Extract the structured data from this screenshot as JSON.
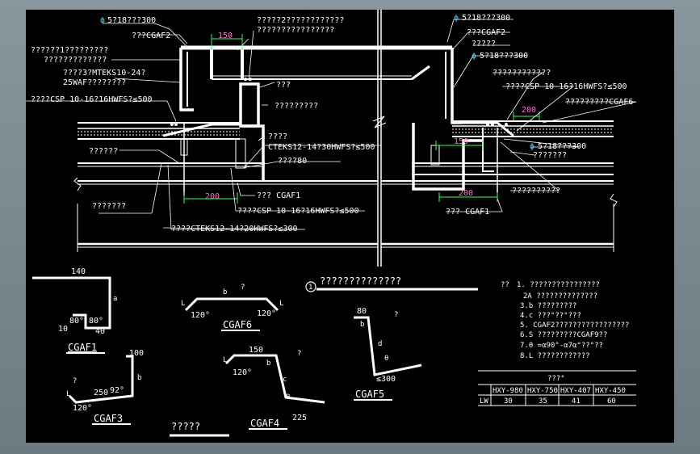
{
  "window": {
    "background_color": "#000000",
    "frame_color": "#7c8890"
  },
  "colors": {
    "line": "#ffffff",
    "dimension_line": "#33ff66",
    "dimension_text": "#ff6ed0",
    "symbol": "#4dd3ff"
  },
  "top_labels": {
    "l_phi_left": "5?18???300",
    "l_cgaf2_left": "???CGAF2",
    "l_dim150_left": "150",
    "l_top_center1": "?????2????????????",
    "l_top_center2": "????????????????",
    "l_phi_right": "5?18???300",
    "l_cgaf2_right": "???CGAF2",
    "l_q5_right": "?????",
    "l_phi_right2": "5?18???300",
    "l_left_note1": "??????1?????????",
    "l_left_note2": "?????????????",
    "l_left_note3": "????3?MTEKS10-24?",
    "l_left_note4": "25WAF????????",
    "l_csp_left": "????CSP 10-16?16HWFS?≤500",
    "l_q3": "???",
    "l_q9a": "?????????",
    "l_q12": "????????????",
    "l_csp_right": "????CSP 10-16?16HWFS?≤500",
    "l_dim200_right_top": "200",
    "l_cgaf6_right": "?????????CGAF6",
    "l_q4": "????",
    "l_cteks": "CTEKS12-14?30HWFS?≤500",
    "l_q6": "??????",
    "l_q80": "????80",
    "l_dim150_right": "150",
    "l_phi_right3": "5?18???300",
    "l_q7": "???????",
    "l_dim200_left": "200",
    "l_cgaf1_left": "??? CGAF1",
    "l_q7b": "???????",
    "l_csp_bottom": "????CSP 10-16?16HWFS?≤500",
    "l_cteks_bottom": "????CTEKS12-14?20HWFS?≤300",
    "l_q10": "??????????",
    "l_dim200_right": "200",
    "l_cgaf1_right": "??? CGAF1"
  },
  "detail_title": {
    "number": "1",
    "text": "??????????????"
  },
  "parts": {
    "cgaf1": {
      "name": "CGAF1",
      "d140": "140",
      "d80": "80°",
      "d80b": "80°",
      "d10": "10",
      "d40": "40",
      "a": "a"
    },
    "cgaf6": {
      "name": "CGAF6",
      "b": "b",
      "q": "?",
      "a120l": "120°",
      "a120r": "120°",
      "ll": "L",
      "lr": "L"
    },
    "cgaf5": {
      "name": "CGAF5",
      "d80": "80",
      "q": "?",
      "b": "b",
      "d": "d",
      "theta": "θ",
      "r300": "≤300"
    },
    "cgaf3": {
      "name": "CGAF3",
      "d100": "100",
      "b": "b",
      "d250": "250",
      "a92": "92°",
      "q": "?",
      "a120": "120°",
      "ll": "L"
    },
    "cgaf4": {
      "name": "CGAF4",
      "d150": "150",
      "q": "?",
      "b": "b",
      "c": "c",
      "theta": "θ",
      "a120": "120°",
      "ll": "L",
      "d225": "225"
    }
  },
  "legend_label": "?????",
  "notes": {
    "head": "??",
    "items": [
      "1. ????????????????",
      "2A     ??????????????",
      "3.b     ?????????",
      "4.c     ???°??°???",
      "5. CGAF2?????????????????",
      "6.S     ?????????CGAF9??",
      "7.θ     =α90°-α7α°??°??",
      "8.L     ????????????"
    ]
  },
  "table": {
    "title": "???°",
    "headers": [
      "",
      "HXY-980",
      "HXY-750",
      "HXY-407",
      "HXY-450"
    ],
    "rows": [
      [
        "LW",
        "30",
        "35",
        "41",
        "60"
      ]
    ]
  }
}
